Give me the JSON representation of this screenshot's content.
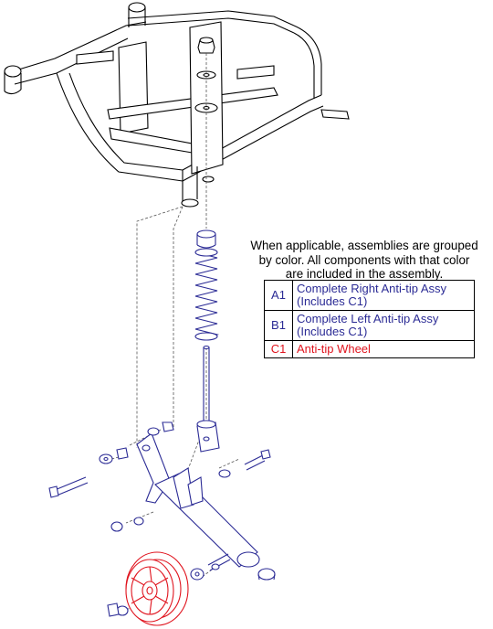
{
  "note": {
    "line1": "When applicable, assemblies are grouped",
    "line2": "by color. All components with that color",
    "line3": "are included in the assembly."
  },
  "legend": [
    {
      "code": "A1",
      "line1": "Complete Right Anti-tip Assy",
      "line2": "(Includes C1)",
      "color": "#2b2b95"
    },
    {
      "code": "B1",
      "line1": "Complete Left Anti-tip Assy",
      "line2": "(Includes C1)",
      "color": "#2b2b95"
    },
    {
      "code": "C1",
      "line1": "Anti-tip Wheel",
      "line2": "",
      "color": "#e0141e"
    }
  ],
  "colors": {
    "frame": "#000000",
    "assembly": "#2b2b95",
    "wheel": "#e0141e"
  }
}
